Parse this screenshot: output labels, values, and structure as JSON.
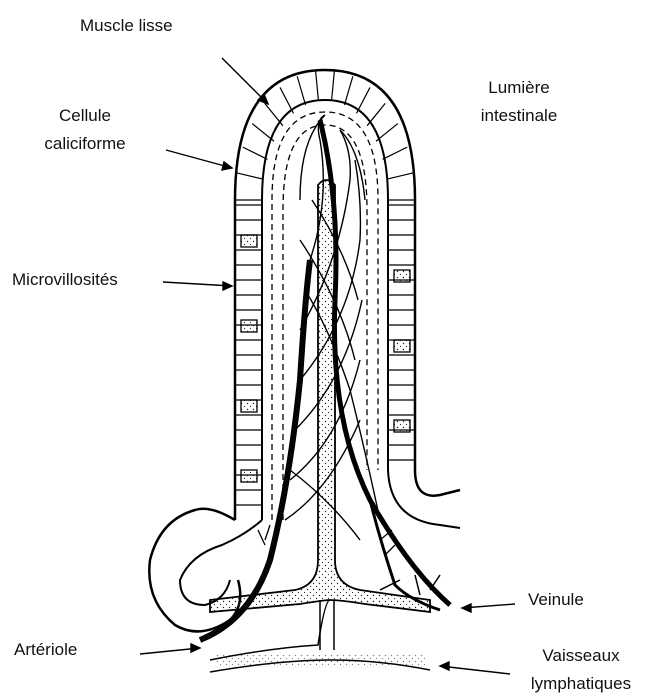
{
  "labels": {
    "muscle_lisse": "Muscle lisse",
    "lumiere_1": "Lumière",
    "lumiere_2": "intestinale",
    "cellule_1": "Cellule",
    "cellule_2": "caliciforme",
    "microvillosites": "Microvillosités",
    "veinule": "Veinule",
    "arteriole": "Artériole",
    "vaisseaux_1": "Vaisseaux",
    "vaisseaux_2": "lymphatiques"
  }
}
